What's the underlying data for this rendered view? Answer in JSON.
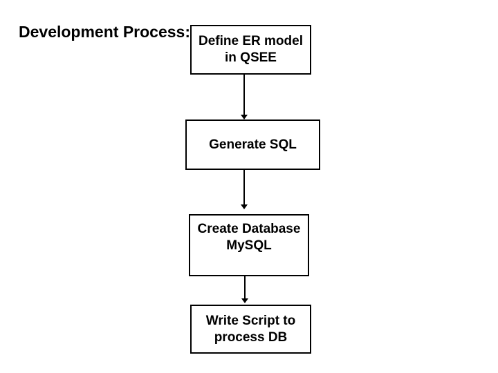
{
  "slide": {
    "title": "Development Process:",
    "background_color": "#ffffff",
    "text_color": "#000000",
    "shape_border_color": "#000000"
  },
  "flowchart": {
    "direction": "top-to-bottom",
    "connector_style": "straight-arrow-down",
    "steps": [
      {
        "label": "Define ER model\nin QSEE"
      },
      {
        "label": "Generate SQL"
      },
      {
        "label": "Create Database\nMySQL"
      },
      {
        "label": "Write Script to\nprocess DB"
      }
    ]
  }
}
